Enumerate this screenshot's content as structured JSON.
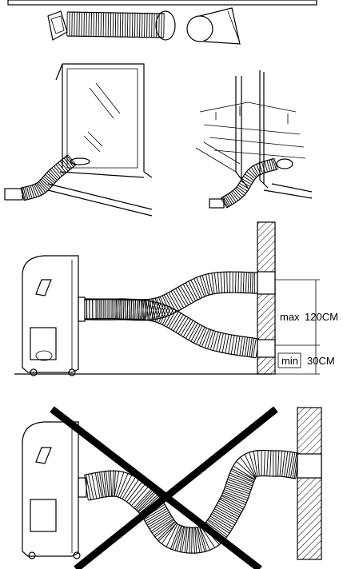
{
  "labels": {
    "max": "max",
    "max_value": "120CM",
    "min": "min",
    "min_value": "30CM"
  },
  "colors": {
    "line": "#000000",
    "background": "#ffffff",
    "hose_fill": "#ffffff"
  }
}
